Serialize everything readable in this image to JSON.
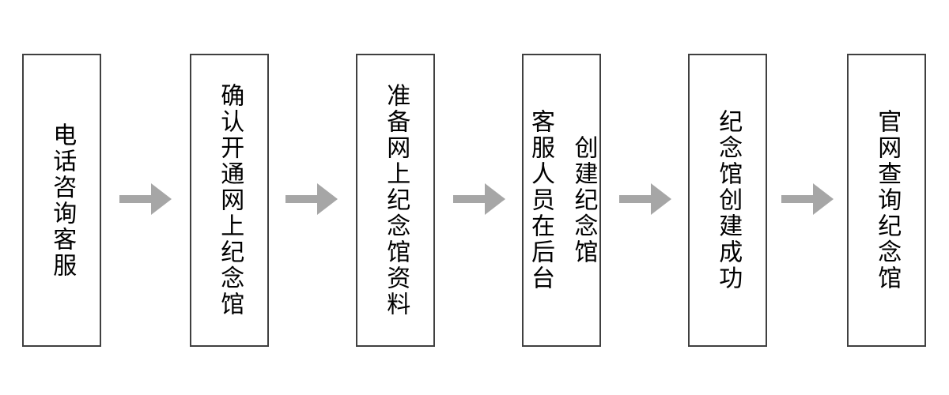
{
  "flowchart": {
    "steps": [
      {
        "lines": [
          "电话咨询客服"
        ]
      },
      {
        "lines": [
          "确认开通网上纪念馆"
        ]
      },
      {
        "lines": [
          "准备网上纪念馆资料"
        ]
      },
      {
        "lines": [
          "客服人员在后台",
          "创建纪念馆"
        ]
      },
      {
        "lines": [
          "纪念馆创建成功"
        ]
      },
      {
        "lines": [
          "官网查询纪念馆"
        ]
      }
    ],
    "arrow": {
      "icon": "right-arrow",
      "color": "#a6a6a6"
    },
    "colors": {
      "background": "#ffffff",
      "box_fill": "#ffffff",
      "box_border": "#404040",
      "text": "#000000"
    }
  }
}
